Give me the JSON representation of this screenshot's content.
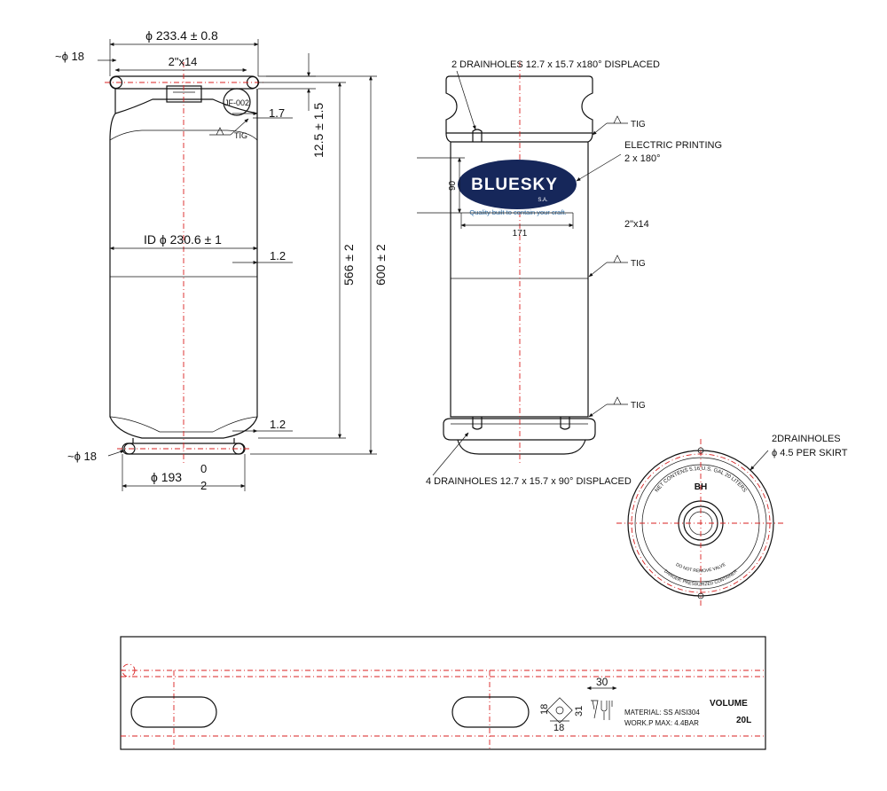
{
  "side_view": {
    "dim_top_width": "ϕ 233.4 ± 0.8",
    "dim_fitting": "2\"x14",
    "dim_ring_top": "~ϕ 18",
    "label_tag": "JF-002",
    "weld_top": "TIG",
    "dim_12_5": "12.5 ± 1.5",
    "dim_1_7": "1.7",
    "dim_id": "ID ϕ 230.6 ± 1",
    "dim_1_2_a": "1.2",
    "dim_1_2_b": "1.2",
    "dim_566": "566 ± 2",
    "dim_600": "600 ± 2",
    "dim_ring_bottom": "~ϕ 18",
    "dim_bottom_width": "ϕ 193",
    "dim_tol_upper": "0",
    "dim_tol_lower": "2"
  },
  "front_view": {
    "note_top_drain": "2 DRAINHOLES 12.7 x 15.7 x180° DISPLACED",
    "note_printing_1": "ELECTRIC PRINTING",
    "note_printing_2": "2 x 180°",
    "weld_1": "TIG",
    "weld_2": "TIG",
    "weld_3": "TIG",
    "note_fitting": "2\"x14",
    "dim_90": "90",
    "dim_171": "171",
    "logo_brand": "BLUESKY",
    "logo_suffix": "S.A.",
    "logo_tagline": "Quality built to contain your craft.",
    "note_bottom_drain": "4 DRAINHOLES 12.7 x 15.7 x 90° DISPLACED"
  },
  "top_view": {
    "note_drain_1": "2DRAINHOLES",
    "note_drain_2": "ϕ 4.5 PER SKIRT",
    "embossed_top": "NET CONTENS 5.16 U.S. GAL 20 LITERS",
    "embossed_mark": "BH",
    "embossed_bottom_1": "DO NOT REMOVE VALVE",
    "embossed_bottom_2": "DANGER: PRESSURIZED CONTAINER"
  },
  "strip_view": {
    "dim_30": "30",
    "dim_18_a": "18",
    "dim_31": "31",
    "dim_18_b": "18",
    "material": "MATERIAL: SS AISI304",
    "pressure": "WORK.P MAX: 4.4BAR",
    "volume_label": "VOLUME",
    "volume_value": "20L"
  },
  "colors": {
    "line": "#111111",
    "centerline": "#d92020",
    "logo_navy": "#16275a",
    "logo_blue": "#2f6fa8"
  }
}
